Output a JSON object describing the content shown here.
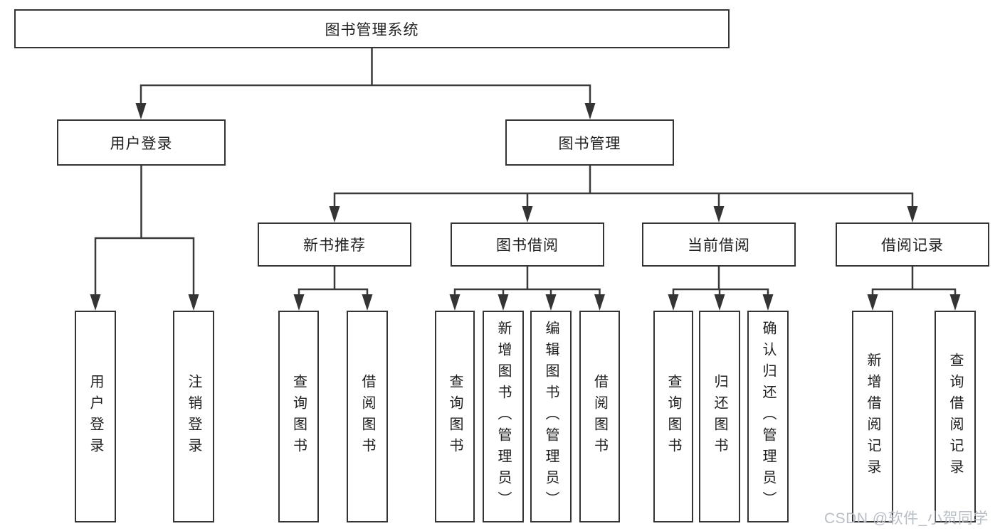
{
  "tree": {
    "label": "图书管理系统",
    "children": [
      {
        "label": "用户登录",
        "children": [
          {
            "label": "用户登录"
          },
          {
            "label": "注销登录"
          }
        ]
      },
      {
        "label": "图书管理",
        "children": [
          {
            "label": "新书推荐",
            "children": [
              {
                "label": "查询图书"
              },
              {
                "label": "借阅图书"
              }
            ]
          },
          {
            "label": "图书借阅",
            "children": [
              {
                "label": "查询图书"
              },
              {
                "label": "新增图书（管理员）"
              },
              {
                "label": "编辑图书（管理员）"
              },
              {
                "label": "借阅图书"
              }
            ]
          },
          {
            "label": "当前借阅",
            "children": [
              {
                "label": "查询图书"
              },
              {
                "label": "归还图书"
              },
              {
                "label": "确认归还（管理员）"
              }
            ]
          },
          {
            "label": "借阅记录",
            "children": [
              {
                "label": "新增借阅记录"
              },
              {
                "label": "查询借阅记录"
              }
            ]
          }
        ]
      }
    ]
  },
  "watermark": {
    "text": "CSDN @软件_小贺同学"
  },
  "colors": {
    "line": "#3a3a3a",
    "box_border": "#343434",
    "text": "#1f1f1f",
    "watermark": "#b9bec6",
    "background": "#ffffff"
  }
}
